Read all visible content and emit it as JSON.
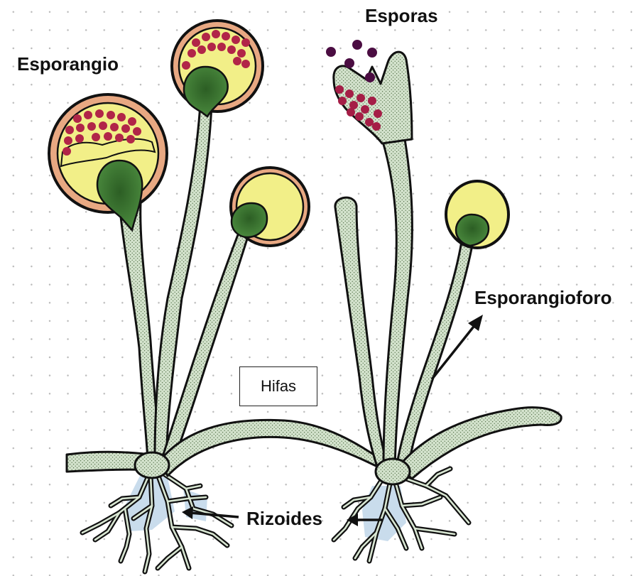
{
  "labels": {
    "esporangio": "Esporangio",
    "esporas": "Esporas",
    "esporangioforo": "Esporangioforo",
    "hifas": "Hifas",
    "rizoides": "Rizoides"
  },
  "colors": {
    "hypha_fill": "#d3e2cc",
    "hypha_dots": "#4f6d44",
    "outline": "#111111",
    "sporangium_yellow": "#f2ef88",
    "sporangium_wall": "#e8a882",
    "columella": "#3e7a34",
    "spore_red": "#b12548",
    "spore_purple": "#4b0d42",
    "rhizoid_blue": "#c9dcec"
  }
}
